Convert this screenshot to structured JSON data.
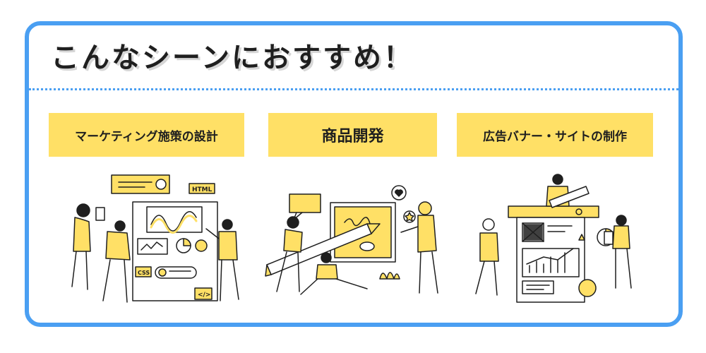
{
  "headline": "こんなシーンにおすすめ！",
  "scenes": [
    {
      "label": "マーケティング施策の設計"
    },
    {
      "label": "商品開発"
    },
    {
      "label": "広告バナー・サイトの制作"
    }
  ],
  "illustration1": {
    "tag_html": "HTML",
    "tag_css": "CSS",
    "tag_code": "</>"
  },
  "colors": {
    "frame": "#4a9ff2",
    "accent": "#ffe066",
    "ink": "#1f1f1f"
  }
}
